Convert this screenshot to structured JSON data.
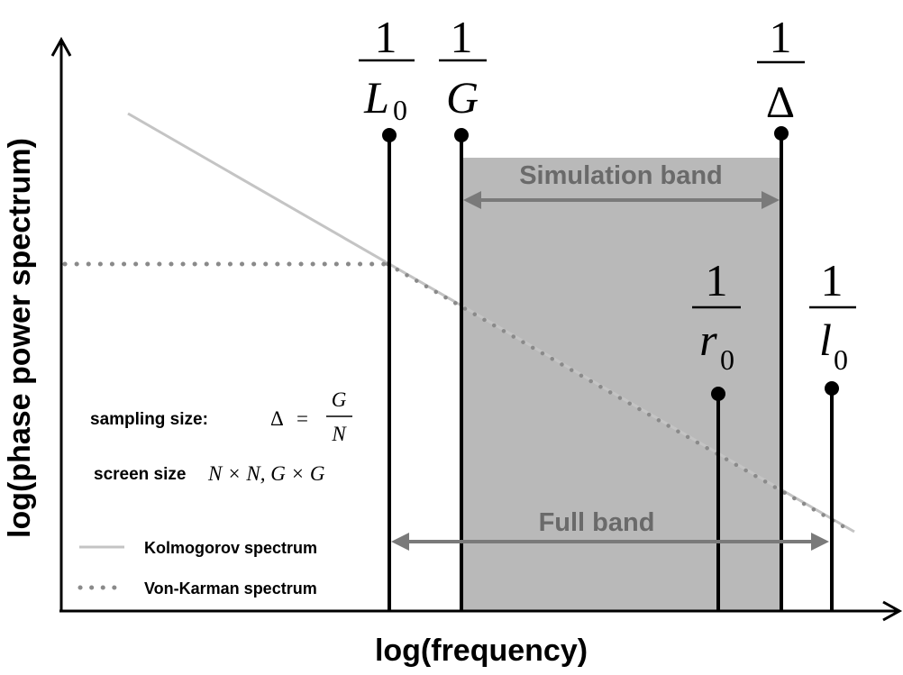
{
  "axes": {
    "x_label": "log(frequency)",
    "y_label": "log(phase power spectrum)"
  },
  "bands": {
    "simulation": "Simulation band",
    "full": "Full band"
  },
  "markers": [
    {
      "id": "L0",
      "numerator": "1",
      "denominator": "L",
      "subscript": "0"
    },
    {
      "id": "G",
      "numerator": "1",
      "denominator": "G",
      "subscript": ""
    },
    {
      "id": "Delta",
      "numerator": "1",
      "denominator": "Δ",
      "subscript": ""
    },
    {
      "id": "r0",
      "numerator": "1",
      "denominator": "r",
      "subscript": "0"
    },
    {
      "id": "l0",
      "numerator": "1",
      "denominator": "l",
      "subscript": "0"
    }
  ],
  "notes": {
    "sampling_prefix": "sampling  size:",
    "sampling_lhs": "Δ",
    "sampling_eq": "=",
    "sampling_num": "G",
    "sampling_den": "N",
    "screen_prefix": "screen size",
    "screen_expr": "N × N, G × G"
  },
  "legend": [
    {
      "label": "Kolmogorov spectrum",
      "style": "solid",
      "color": "#c4c4c4"
    },
    {
      "label": "Von-Karman spectrum",
      "style": "dotted",
      "color": "#8a8a8a"
    }
  ],
  "colors": {
    "simulation_band_fill": "#b9b9b9",
    "band_arrow": "#7a7a7a",
    "kolmogorov_line": "#c4c4c4",
    "von_karman_dots": "#8a8a8a"
  }
}
